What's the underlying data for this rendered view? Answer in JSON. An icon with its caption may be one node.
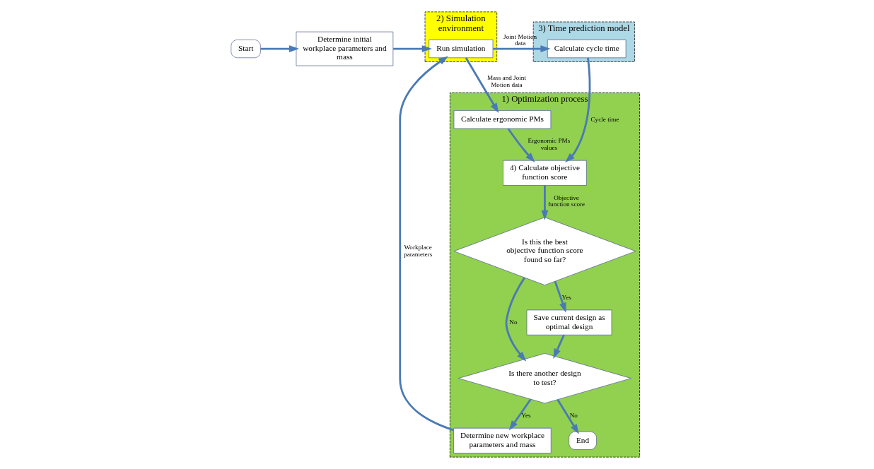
{
  "diagram": {
    "nodes": [
      {
        "text": [
          "Start"
        ]
      },
      {
        "text": [
          "Determine initial workplace parameters and mass"
        ]
      },
      {
        "text": [
          "2) Simulation environment"
        ]
      },
      {
        "text": [
          "Run simulation"
        ],
        "in": 2
      },
      {
        "text": [
          "3) Time prediction model"
        ]
      },
      {
        "text": [
          "Calculate cycle time"
        ],
        "in": 4
      },
      {
        "text": [
          "1) Optimization process"
        ]
      },
      {
        "text": [
          "Determine new workplace parameters and mass"
        ],
        "in": 6
      },
      {
        "text": [
          "Calculate ergonomic PMs"
        ],
        "in": 6
      },
      {
        "text": [
          "4) Calculate objective function score"
        ],
        "in": 6
      },
      {
        "text": [
          "Is this the best objective function score found so far?"
        ],
        "in": 6
      },
      {
        "text": [
          "Is there another design to test?"
        ],
        "in": 6
      },
      {
        "text": [
          "Save current design as optimal design"
        ],
        "in": 6
      },
      {
        "text": [
          "End"
        ],
        "in": 6
      }
    ],
    "edges": [
      {
        "from": 0,
        "to": 1,
        "arrow": "to"
      },
      {
        "from": 1,
        "to": 3,
        "arrow": "to"
      },
      {
        "from": 3,
        "to": 5,
        "arrow": "to",
        "label": "Joint Motion data"
      },
      {
        "from": 7,
        "to": 3,
        "arrow": "to",
        "label": "Workplace parameters"
      },
      {
        "from": 3,
        "to": 8,
        "arrow": "to",
        "label": "Mass and Joint Motion data"
      },
      {
        "from": 5,
        "to": 9,
        "arrow": "to",
        "label": "Cycle time"
      },
      {
        "from": 8,
        "to": 9,
        "arrow": "to",
        "label": "Ergonomic PMs values"
      },
      {
        "from": 9,
        "to": 10,
        "arrow": "to",
        "label": "Objective function score"
      },
      {
        "from": 10,
        "to": 11,
        "arrow": "to",
        "label": "No"
      },
      {
        "from": 10,
        "to": 12,
        "arrow": "to",
        "label": "Yes"
      },
      {
        "from": 12,
        "to": 11,
        "arrow": "to"
      },
      {
        "from": 11,
        "to": 7,
        "arrow": "to",
        "label": "Yes"
      },
      {
        "from": 11,
        "to": 13,
        "arrow": "to",
        "label": "No"
      }
    ]
  }
}
